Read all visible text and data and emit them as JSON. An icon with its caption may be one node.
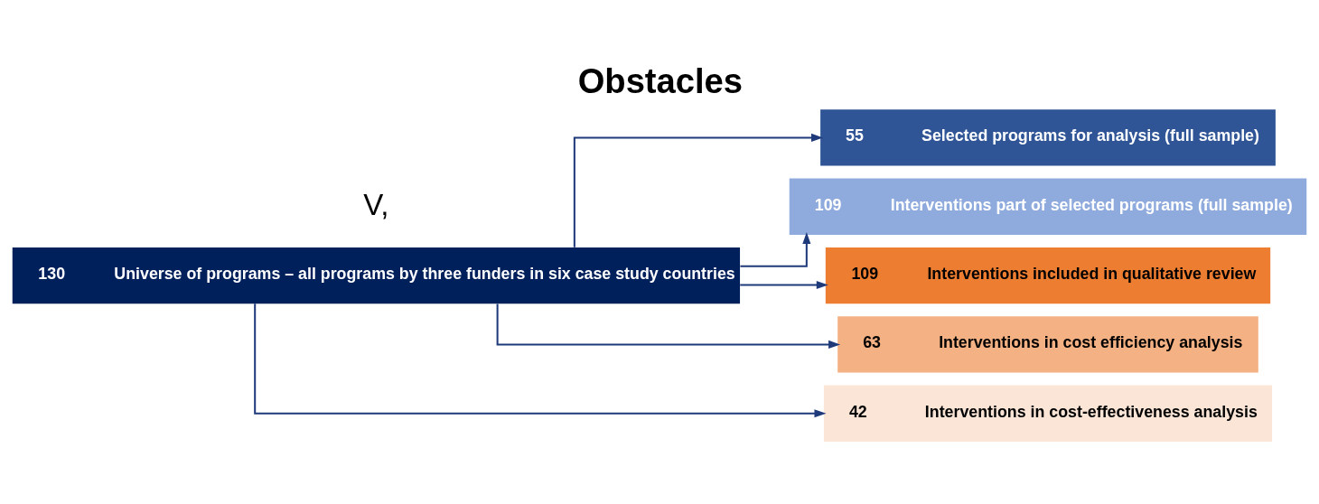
{
  "diagram": {
    "title": "Obstacles",
    "nodes": [
      {
        "text": [
          "130",
          "Universe of programs – all programs by three funders in six case study countries"
        ]
      },
      {
        "text": [
          "55",
          "Selected programs for analysis (full sample)"
        ]
      },
      {
        "text": [
          "109",
          "Interventions part of selected programs (full sample)"
        ]
      },
      {
        "text": [
          "109",
          "Interventions included in qualitative review"
        ]
      },
      {
        "text": [
          "63",
          "Interventions in cost efficiency analysis"
        ]
      },
      {
        "text": [
          "42",
          "Interventions in cost-effectiveness analysis"
        ]
      }
    ],
    "edges": [
      {
        "from": 0,
        "to": 1,
        "arrow": "to"
      },
      {
        "from": 0,
        "to": 2,
        "arrow": "to"
      },
      {
        "from": 0,
        "to": 3,
        "arrow": "to"
      },
      {
        "from": 0,
        "to": 4,
        "arrow": "to"
      },
      {
        "from": 0,
        "to": 5,
        "arrow": "to"
      }
    ],
    "labels": [
      "V,"
    ]
  }
}
